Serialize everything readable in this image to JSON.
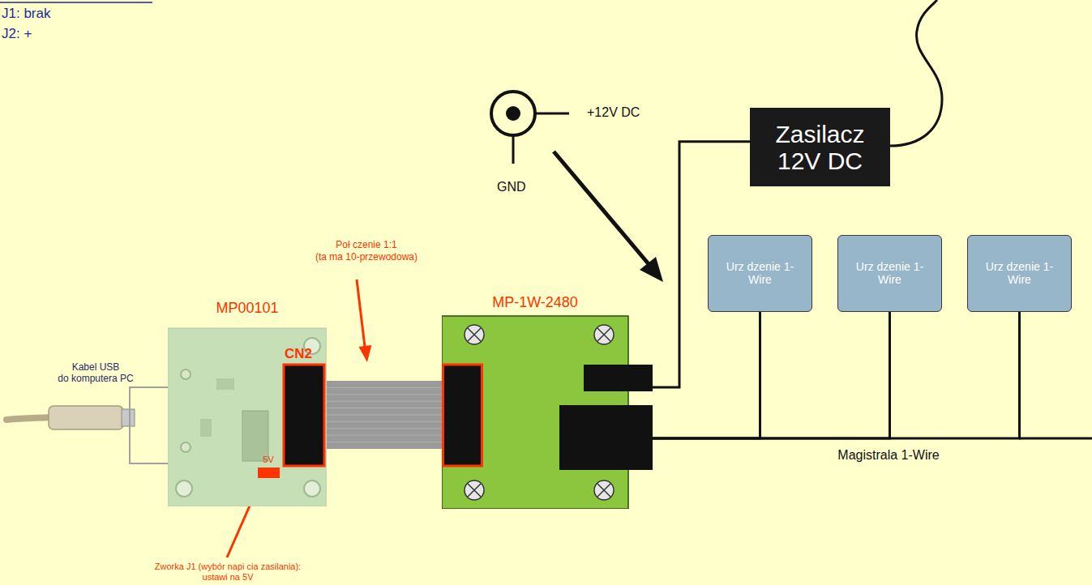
{
  "diagram": {
    "nodes": [
      {
        "text": [
          "Zasilacz 12V DC"
        ]
      },
      {
        "text": [
          "Urz dzenie 1-Wire"
        ]
      },
      {
        "text": [
          "Urz dzenie 1-Wire"
        ]
      },
      {
        "text": [
          "Urz dzenie 1-Wire"
        ]
      },
      {
        "text": [
          "MP00101"
        ]
      },
      {
        "text": [
          "MP-1W-2480"
        ]
      }
    ],
    "edges": [
      {
        "from": 4,
        "to": 5,
        "arrow": "none"
      },
      {
        "from": 0,
        "to": 5,
        "arrow": "none"
      },
      {
        "from": 5,
        "to": 1,
        "arrow": "none"
      },
      {
        "from": 5,
        "to": 2,
        "arrow": "none"
      },
      {
        "from": 5,
        "to": 3,
        "arrow": "none"
      }
    ],
    "labels": [
      "J1: brak",
      "J2: +",
      "+12V DC",
      "GND",
      "Poł czenie 1:1",
      "(ta ma 10-przewodowa)",
      "Kabel USB",
      "do komputera PC",
      "CN2",
      "5V",
      "Magistrala 1-Wire",
      "Zworka J1 (wybór napi cia zasilania):",
      "ustawi na 5V"
    ]
  }
}
